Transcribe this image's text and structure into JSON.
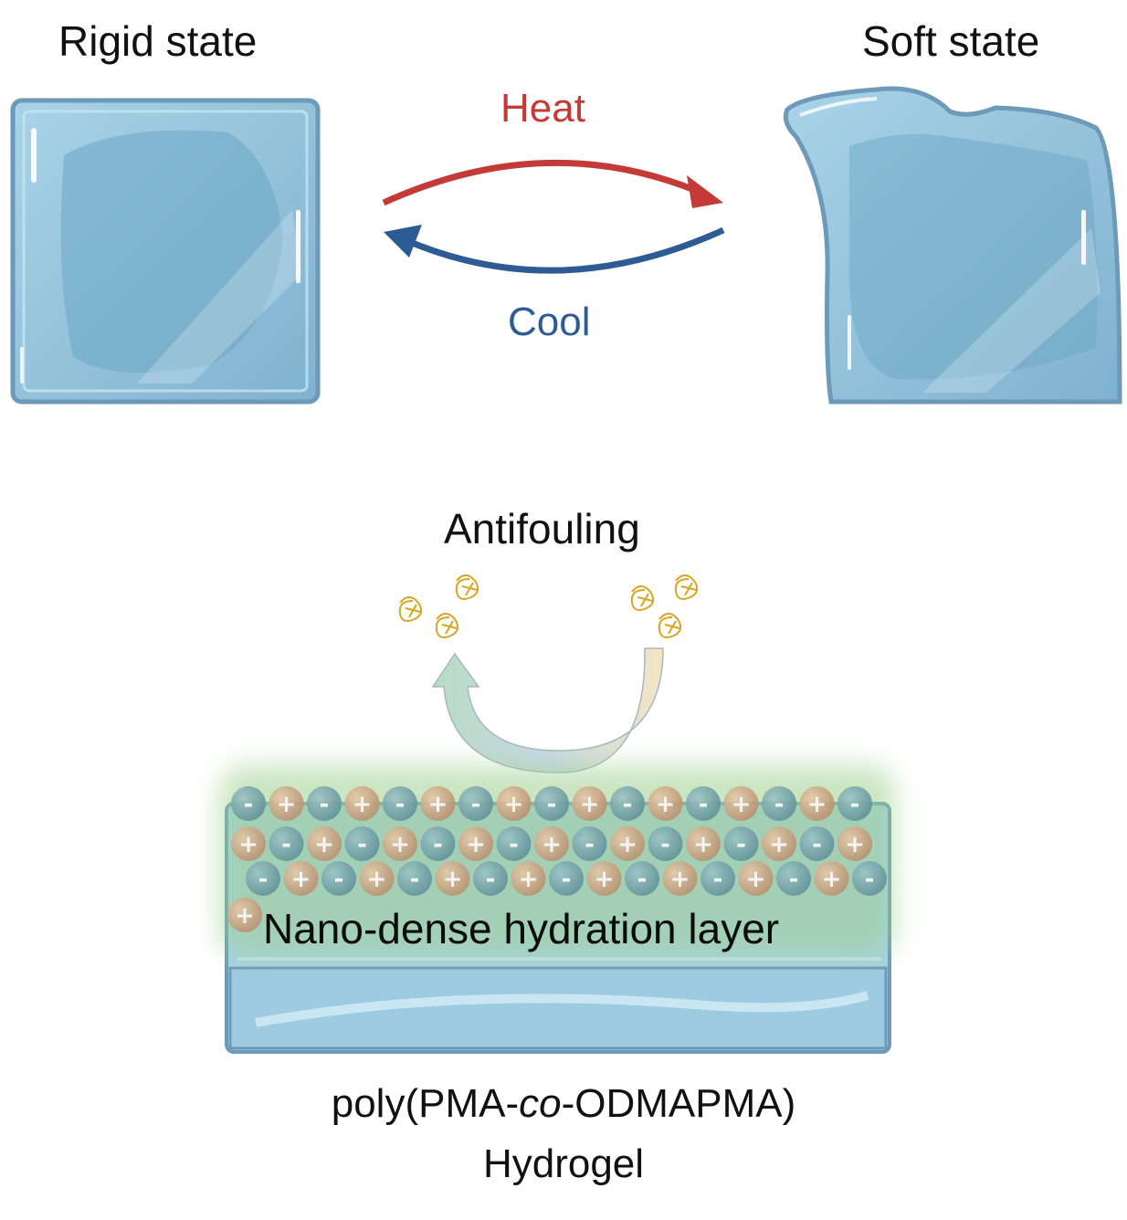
{
  "labels": {
    "rigid_state": "Rigid state",
    "soft_state": "Soft state",
    "heat": "Heat",
    "cool": "Cool",
    "antifouling": "Antifouling",
    "hydration_layer": "Nano-dense hydration layer",
    "material_prefix": "poly(PMA-",
    "material_italic": "co",
    "material_suffix": "-ODMAPMA)",
    "material_line2": "Hydrogel"
  },
  "charges": {
    "row1": [
      "-",
      "+",
      "-",
      "+",
      "-",
      "+",
      "-",
      "+",
      "-",
      "+",
      "-",
      "+",
      "-",
      "+",
      "-",
      "+",
      "-"
    ],
    "row2": [
      "+",
      "-",
      "+",
      "-",
      "+",
      "-",
      "+",
      "-",
      "+",
      "-",
      "+",
      "-",
      "+",
      "-",
      "+",
      "-",
      "+"
    ],
    "row3": [
      "-",
      "+",
      "-",
      "+",
      "-",
      "+",
      "-",
      "+",
      "-",
      "+",
      "-",
      "+",
      "-",
      "+",
      "-",
      "+",
      "-"
    ],
    "row4": [
      "+"
    ]
  },
  "colors": {
    "heat": "#c43a36",
    "cool": "#2d5c95",
    "gel_fill": "#8bbcd6",
    "gel_edge": "#5d8fae",
    "anion": "#6f9fa6",
    "cation": "#c8a888",
    "glow": "#9fd08e",
    "protein": "#d9a520"
  }
}
